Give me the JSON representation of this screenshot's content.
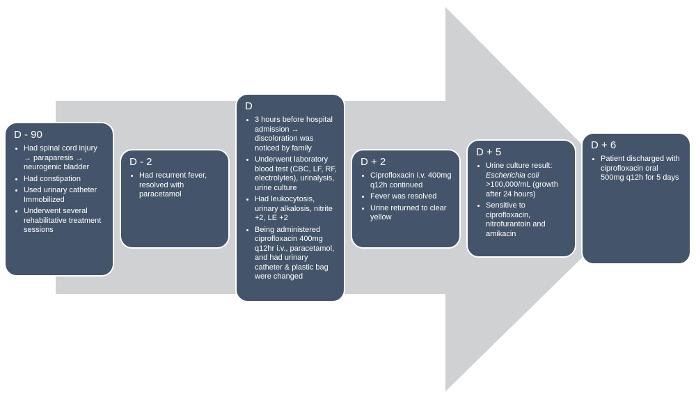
{
  "colors": {
    "arrow": "#d0d1d3",
    "card": "#44546a",
    "card_border": "#ffffff",
    "text": "#ffffff"
  },
  "timeline": [
    {
      "title": "D - 90",
      "items": [
        "Had spinal cord injury → paraparesis → neurogenic bladder",
        "Had constipation",
        "Used urinary catheter Immobilized",
        "Underwent several rehabilitative treatment sessions"
      ]
    },
    {
      "title": "D - 2",
      "items": [
        "Had recurrent fever, resolved with paracetamol"
      ]
    },
    {
      "title": "D",
      "items": [
        "3 hours before hospital admission → discoloration was noticed by family",
        "Underwent laboratory blood test (CBC, LF, RF, electrolytes), urinalysis, urine culture",
        "Had leukocytosis, urinary alkalosis, nitrite +2, LE +2",
        "Being administered ciprofloxacin 400mg q12hr i.v., paracetamol, and had urinary catheter & plastic bag were changed"
      ]
    },
    {
      "title": "D + 2",
      "items": [
        "Ciprofloxacin i.v. 400mg q12h continued",
        "Fever was resolved",
        "Urine returned to clear yellow"
      ]
    },
    {
      "title": "D + 5",
      "items": [
        "Urine culture result:",
        "Sensitive to ciprofloxacin, nitrofurantoin and amikacin"
      ],
      "culture_organism": "Escherichia coli",
      "culture_count": ">100,000/mL (growth after 24 hours)"
    },
    {
      "title": "D + 6",
      "items": [
        "Patient discharged with ciprofloxacin oral 500mg q12h for 5 days"
      ]
    }
  ]
}
